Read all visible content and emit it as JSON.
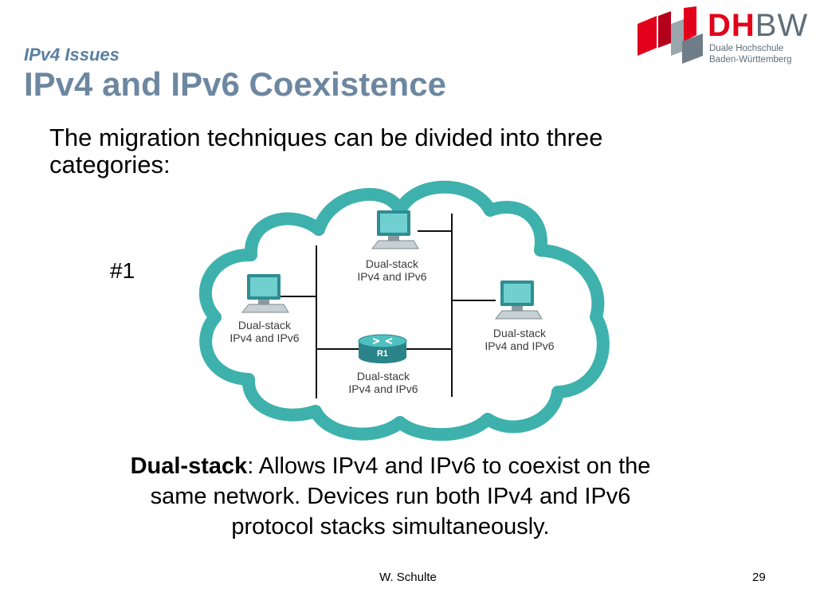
{
  "slide": {
    "subtitle": "IPv4 Issues",
    "title": "IPv4 and IPv6 Coexistence",
    "intro": "The migration techniques can be divided into three categories:",
    "step": "#1",
    "caption_term": "Dual-stack",
    "caption_text": ": Allows IPv4 and IPv6 to coexist on the same network. Devices run both IPv4 and IPv6 protocol stacks simultaneously.",
    "footer_author": "W. Schulte",
    "page_number": "29"
  },
  "logo": {
    "main_dh": "DH",
    "main_bw": "BW",
    "line1": "Duale Hochschule",
    "line2": "Baden-Württemberg",
    "colors": {
      "red": "#e2001a",
      "gray": "#5f6e7a"
    }
  },
  "diagram": {
    "cloud_color": "#3eb1ad",
    "devices": [
      {
        "kind": "pc",
        "line1": "Dual-stack",
        "line2": "IPv4 and IPv6"
      },
      {
        "kind": "pc",
        "line1": "Dual-stack",
        "line2": "IPv4 and IPv6"
      },
      {
        "kind": "pc",
        "line1": "Dual-stack",
        "line2": "IPv4 and IPv6"
      },
      {
        "kind": "router",
        "name": "R1",
        "line1": "Dual-stack",
        "line2": "IPv4 and IPv6"
      }
    ]
  }
}
